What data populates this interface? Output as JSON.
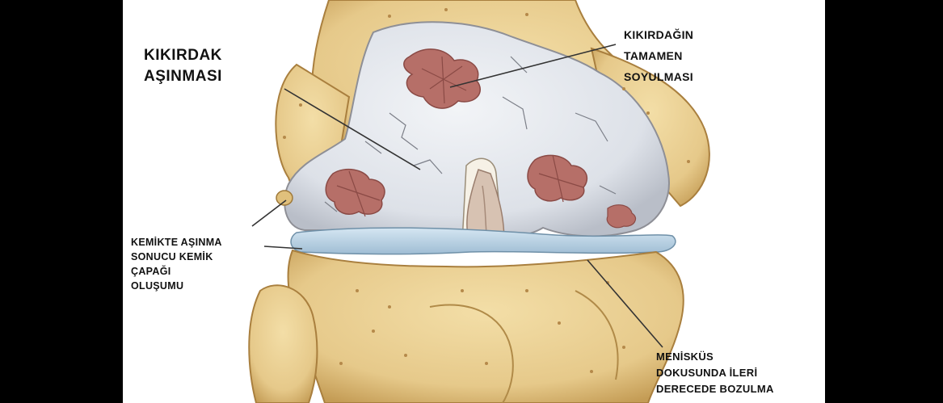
{
  "labels": {
    "cartilage_wear": {
      "lines": [
        "KIKIRDAK",
        "AŞINMASI"
      ]
    },
    "cartilage_stripping": {
      "lines": [
        "KIKIRDAĞIN",
        "TAMAMEN",
        "SOYULMASI"
      ]
    },
    "bone_spur": {
      "lines": [
        "KEMİKTE AŞINMA",
        "SONUCU KEMİK",
        "ÇAPAĞI",
        "OLUŞUMU"
      ]
    },
    "meniscus_damage": {
      "lines": [
        "MENİSKÜS",
        "DOKUSUNDA İLERİ",
        "DERECEDE BOZULMA"
      ]
    }
  },
  "colors": {
    "background": "#000000",
    "panel": "#ffffff",
    "bone": "#e9cf93",
    "bone_shadow": "#c9a45e",
    "cartilage": "#dfe3ea",
    "lesion": "#b9706a",
    "meniscus": "#b8d2e6",
    "leader": "#333333"
  }
}
